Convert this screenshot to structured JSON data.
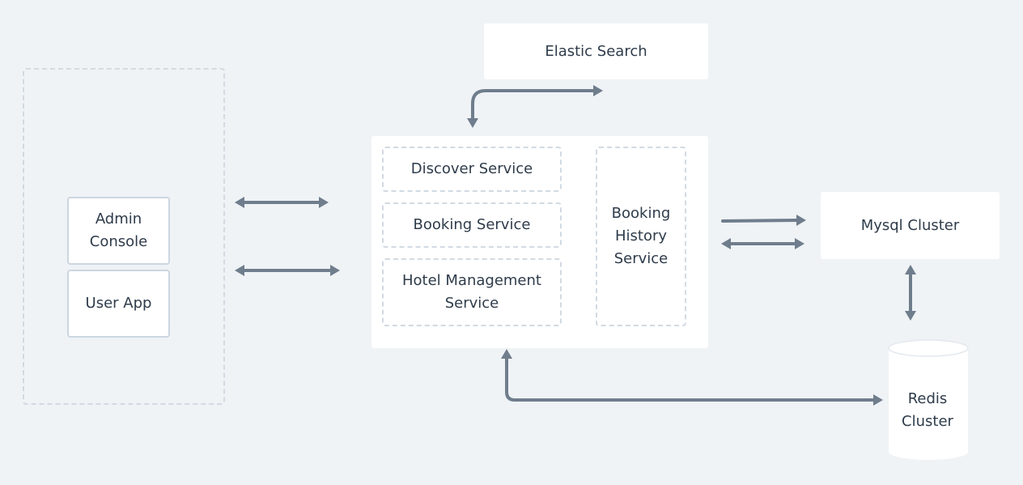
{
  "diagram": {
    "elastic_search": "Elastic Search",
    "clients": {
      "admin_console": "Admin\nConsole",
      "user_app": "User App"
    },
    "services": {
      "discover": "Discover Service",
      "booking": "Booking Service",
      "hotel_management": "Hotel Management\nService",
      "booking_history": "Booking\nHistory\nService"
    },
    "mysql_cluster": "Mysql Cluster",
    "redis_cluster": "Redis\nCluster"
  },
  "colors": {
    "background": "#eff3f6",
    "box": "#ffffff",
    "dashed_border": "#d2dae2",
    "client_border": "#ccd6e0",
    "arrow": "#6f7d8c",
    "text": "#2e3b4a"
  }
}
